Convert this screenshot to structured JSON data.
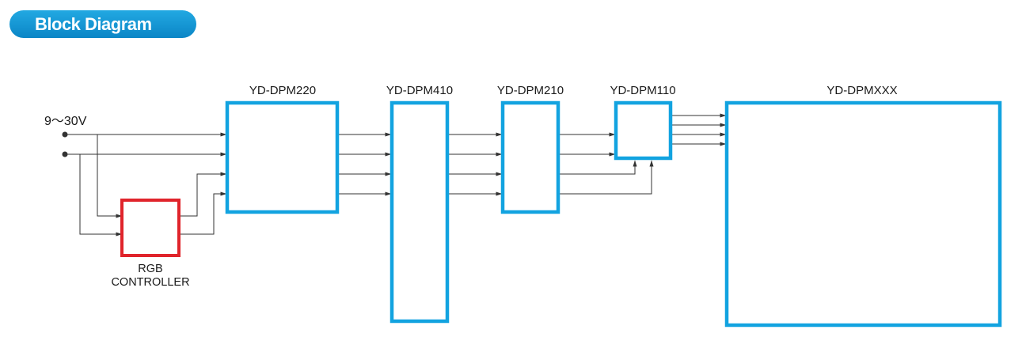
{
  "header": {
    "title": "Block Diagram"
  },
  "diagram": {
    "input_label": "9～30V",
    "blocks": {
      "dpm220": "YD-DPM220",
      "dpm410": "YD-DPM410",
      "dpm210": "YD-DPM210",
      "dpm110": "YD-DPM110",
      "dpmxxx": "YD-DPMXXX"
    },
    "controller": {
      "line1": "RGB",
      "line2": "CONTROLLER"
    }
  },
  "colors": {
    "accent_blue": "#12a3e0",
    "controller_red": "#e0242b",
    "wire": "#333333",
    "title_bg": "#1098d6"
  }
}
